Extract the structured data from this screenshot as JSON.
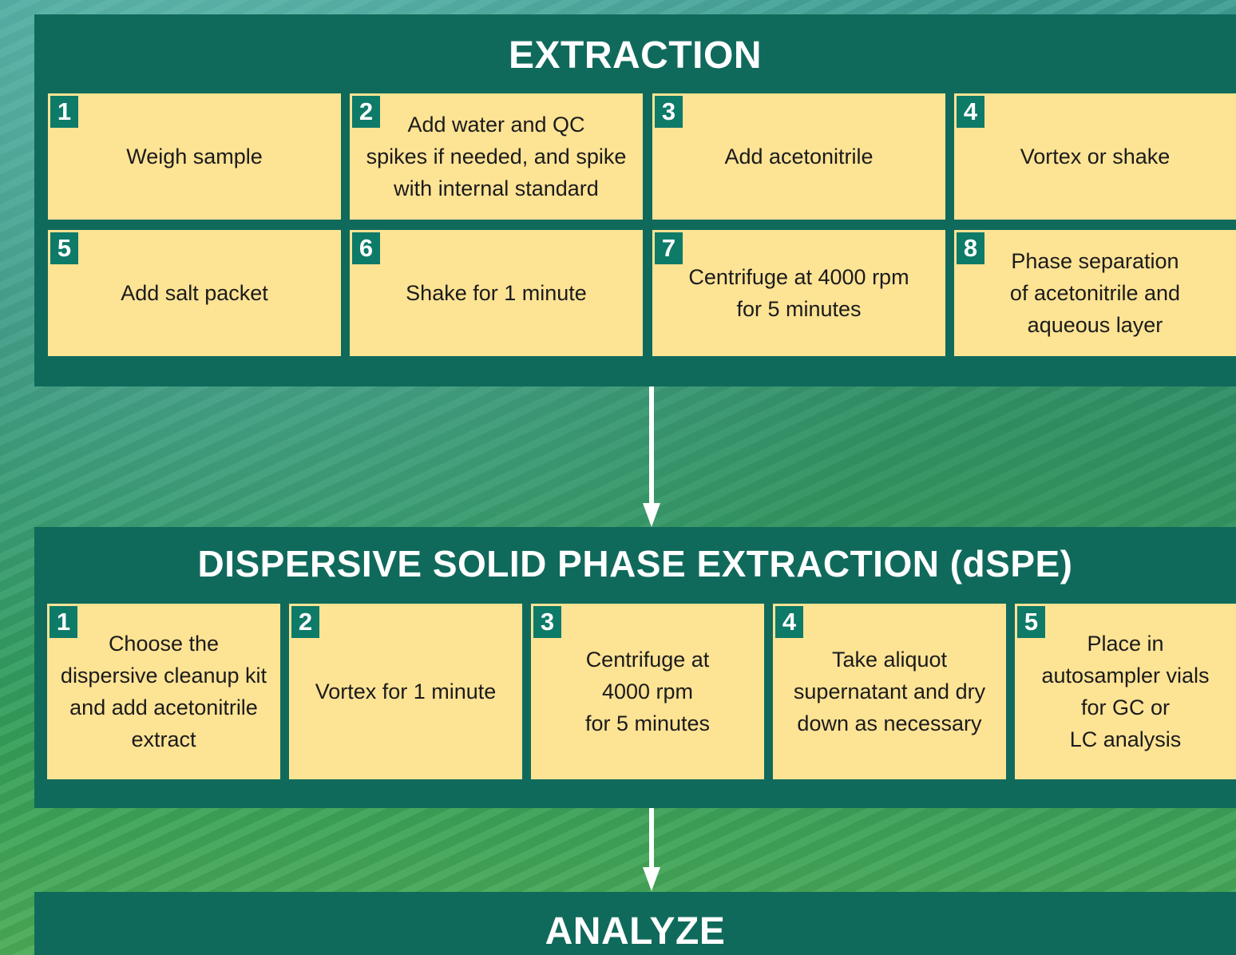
{
  "extraction": {
    "title": "EXTRACTION",
    "steps": [
      {
        "num": "1",
        "text": "Weigh sample"
      },
      {
        "num": "2",
        "text": "Add water and QC\nspikes if needed, and spike\nwith internal standard"
      },
      {
        "num": "3",
        "text": "Add acetonitrile"
      },
      {
        "num": "4",
        "text": "Vortex or shake"
      },
      {
        "num": "5",
        "text": "Add salt packet"
      },
      {
        "num": "6",
        "text": "Shake for 1 minute"
      },
      {
        "num": "7",
        "text": "Centrifuge at 4000 rpm\nfor 5 minutes"
      },
      {
        "num": "8",
        "text": "Phase separation\nof acetonitrile and\naqueous layer"
      }
    ]
  },
  "dspe": {
    "title": "DISPERSIVE SOLID PHASE EXTRACTION (dSPE)",
    "steps": [
      {
        "num": "1",
        "text": "Choose the\ndispersive cleanup kit\nand add acetonitrile\nextract"
      },
      {
        "num": "2",
        "text": "Vortex for 1 minute"
      },
      {
        "num": "3",
        "text": "Centrifuge at\n4000 rpm\nfor 5 minutes"
      },
      {
        "num": "4",
        "text": "Take aliquot\nsupernatant and dry\ndown as necessary"
      },
      {
        "num": "5",
        "text": "Place in\nautosampler vials\nfor GC or\nLC analysis"
      }
    ]
  },
  "analyze": {
    "title": "ANALYZE"
  },
  "colors": {
    "panel": "#106a5b",
    "cell": "#fde394",
    "badge": "#0e7a68",
    "arrow": "#ffffff"
  }
}
